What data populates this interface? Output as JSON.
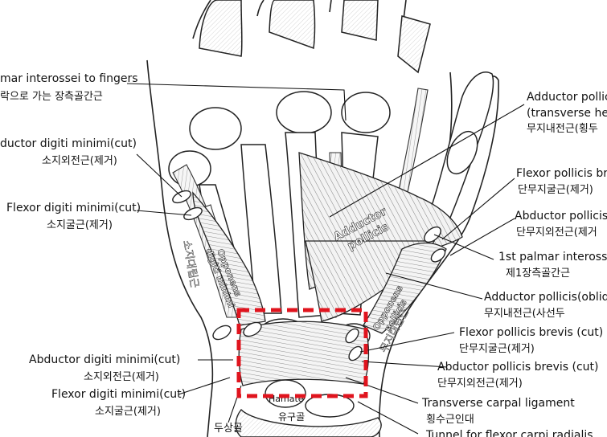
{
  "labels": {
    "palmar_interossei": {
      "en": "mar interossei to fingers",
      "ko": "락으로 가는 장측골간근"
    },
    "adductor_digiti_minimi_top": {
      "en": "ductor digiti minimi(cut)",
      "ko": "소지외전근(제거)"
    },
    "flexor_digiti_minimi_top": {
      "en": "Flexor digiti minimi(cut)",
      "ko": "소지굴근(제거)"
    },
    "abductor_digiti_minimi_bottom": {
      "en": "Abductor digiti minimi(cut)",
      "ko": "소지외전근(제거)"
    },
    "flexor_digiti_minimi_bottom": {
      "en": "Flexor digiti minimi(cut)",
      "ko": "소지굴근(제거)"
    },
    "pisiform": {
      "ko": "두상골"
    },
    "adductor_pollicis_transverse": {
      "en": "Adductor pollic",
      "en2": "(transverse hea",
      "ko": "무지내전근(횡두"
    },
    "flexor_pollicis_brevis_top": {
      "en": "Flexor pollicis brev",
      "ko": "단무지굴근(제거)"
    },
    "abductor_pollicis_top": {
      "en": "Abductor pollicis",
      "ko": "단무지외전근(제거"
    },
    "first_palmar_interossei": {
      "en": "1st palmar interosse",
      "ko": "제1장측골간근"
    },
    "adductor_pollicis_oblique": {
      "en": "Adductor pollicis(obliqu",
      "ko": "무지내전근(사선두"
    },
    "flexor_pollicis_brevis_bottom": {
      "en": "Flexor pollicis brevis (cut)",
      "ko": "단무지굴근(제거)"
    },
    "abductor_pollicis_brevis_bottom": {
      "en": "Abductor pollicis brevis (cut)",
      "ko": "단무지외전근(제거)"
    },
    "transverse_carpal_ligament": {
      "en": "Transverse carpal ligament",
      "ko": "횡수근인대"
    },
    "tunnel_fcr": {
      "en": "Tunnel for flexor carpi radialis"
    }
  },
  "in_figure": {
    "adductor_pollicis": [
      "Adductor",
      "pollicis"
    ],
    "opponens_digiti_minimi": [
      "Opponens",
      "digiti minimi"
    ],
    "opponens_pollicis": [
      "Opponens",
      "pollicis"
    ],
    "hypothenar_ko": "소지대립근",
    "thenar_ko": "무지대립근",
    "hamate": "Hamate",
    "hamate_ko": "유구골"
  },
  "colors": {
    "line": "#111111",
    "highlight_box": "#e0141e",
    "background": "#ffffff"
  }
}
